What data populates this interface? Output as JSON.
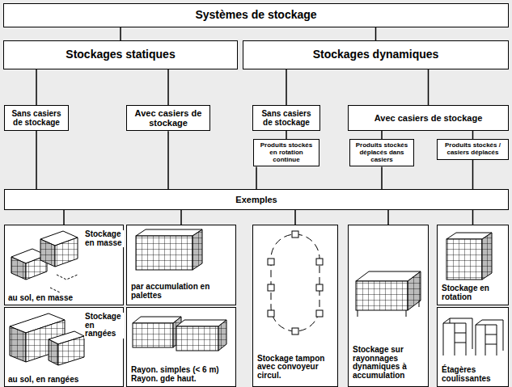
{
  "diagram": {
    "nodes": [
      {
        "text": [
          "Systèmes de stockage"
        ]
      },
      {
        "text": [
          "Stockages statiques"
        ]
      },
      {
        "text": [
          "Stockages dynamiques"
        ]
      },
      {
        "text": [
          "Sans casiers de stockage"
        ]
      },
      {
        "text": [
          "Avec casiers de stockage"
        ]
      },
      {
        "text": [
          "Sans casiers de stockage"
        ]
      },
      {
        "text": [
          "Avec casiers de stockage"
        ]
      },
      {
        "text": [
          "Produits stockés en rotation continue"
        ]
      },
      {
        "text": [
          "Produits stockés déplacés dans casiers"
        ]
      },
      {
        "text": [
          "Produits stockés / casiers déplacés"
        ]
      },
      {
        "text": [
          "Exemples"
        ]
      },
      {
        "text": [
          "Stockage en masse",
          "au sol, en masse"
        ]
      },
      {
        "text": [
          "Stockage en rangées",
          "au sol, en rangées"
        ]
      },
      {
        "text": [
          "par accumulation en palettes"
        ]
      },
      {
        "text": [
          "Rayon. simples (< 6 m) Rayon. gde haut."
        ]
      },
      {
        "text": [
          "Stockage tampon avec convoyeur circul."
        ]
      },
      {
        "text": [
          "Stockage sur rayonnages dynamiques à accumulation"
        ]
      },
      {
        "text": [
          "Stockage en rotation"
        ]
      },
      {
        "text": [
          "Étagères coulissantes"
        ]
      }
    ],
    "edges": [
      {
        "from": 0,
        "to": 1,
        "arrow": "none"
      },
      {
        "from": 0,
        "to": 2,
        "arrow": "none"
      },
      {
        "from": 1,
        "to": 3,
        "arrow": "none"
      },
      {
        "from": 1,
        "to": 4,
        "arrow": "none"
      },
      {
        "from": 2,
        "to": 5,
        "arrow": "none"
      },
      {
        "from": 2,
        "to": 6,
        "arrow": "none"
      },
      {
        "from": 5,
        "to": 7,
        "arrow": "none"
      },
      {
        "from": 6,
        "to": 8,
        "arrow": "none"
      },
      {
        "from": 6,
        "to": 9,
        "arrow": "none"
      },
      {
        "from": 3,
        "to": 10,
        "arrow": "none"
      },
      {
        "from": 4,
        "to": 10,
        "arrow": "none"
      },
      {
        "from": 7,
        "to": 10,
        "arrow": "none"
      },
      {
        "from": 8,
        "to": 10,
        "arrow": "none"
      },
      {
        "from": 9,
        "to": 10,
        "arrow": "none"
      },
      {
        "from": 10,
        "to": 11,
        "arrow": "none"
      },
      {
        "from": 10,
        "to": 13,
        "arrow": "none"
      },
      {
        "from": 10,
        "to": 15,
        "arrow": "none"
      },
      {
        "from": 10,
        "to": 16,
        "arrow": "none"
      },
      {
        "from": 10,
        "to": 17,
        "arrow": "none"
      }
    ]
  }
}
